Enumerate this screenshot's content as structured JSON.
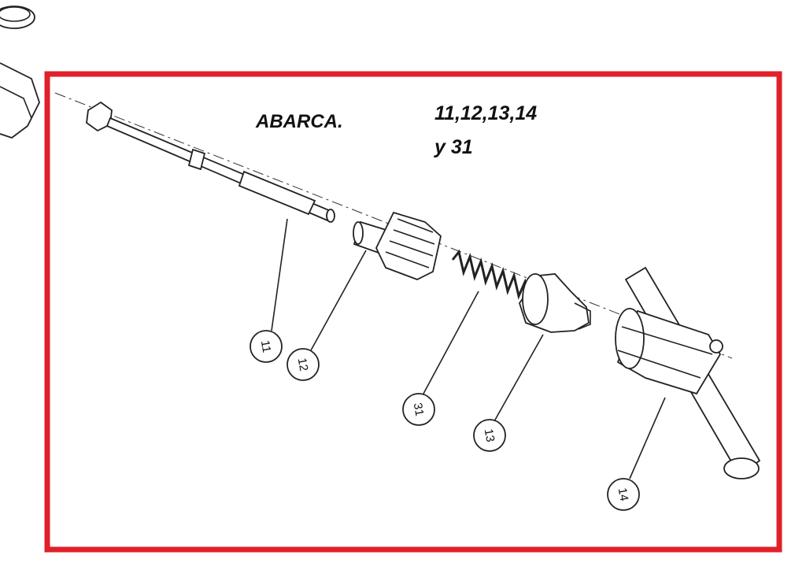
{
  "title": "ABARCA.",
  "parts_line1": "11,12,13,14",
  "parts_line2": "y 31",
  "callouts": [
    "11",
    "12",
    "31",
    "13",
    "14"
  ],
  "highlight_color": "#e0202a"
}
